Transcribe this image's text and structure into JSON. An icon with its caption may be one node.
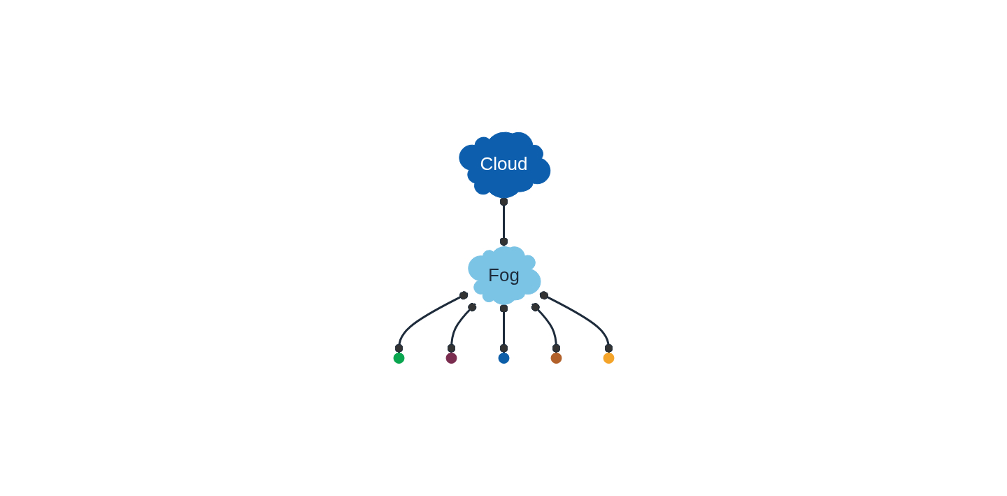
{
  "diagram": {
    "nodes": [
      {
        "text": [
          "Cloud"
        ]
      },
      {
        "text": [
          "Fog"
        ]
      },
      {
        "text": [],
        "shape": "circle"
      },
      {
        "text": [],
        "shape": "circle"
      },
      {
        "text": [],
        "shape": "circle"
      },
      {
        "text": [],
        "shape": "circle"
      },
      {
        "text": [],
        "shape": "circle"
      }
    ],
    "edges": [
      {
        "from": 0,
        "to": 1,
        "arrow": "other"
      },
      {
        "from": 1,
        "to": 2,
        "arrow": "other"
      },
      {
        "from": 1,
        "to": 3,
        "arrow": "other"
      },
      {
        "from": 1,
        "to": 4,
        "arrow": "other"
      },
      {
        "from": 1,
        "to": 5,
        "arrow": "other"
      },
      {
        "from": 1,
        "to": 6,
        "arrow": "other"
      }
    ]
  }
}
